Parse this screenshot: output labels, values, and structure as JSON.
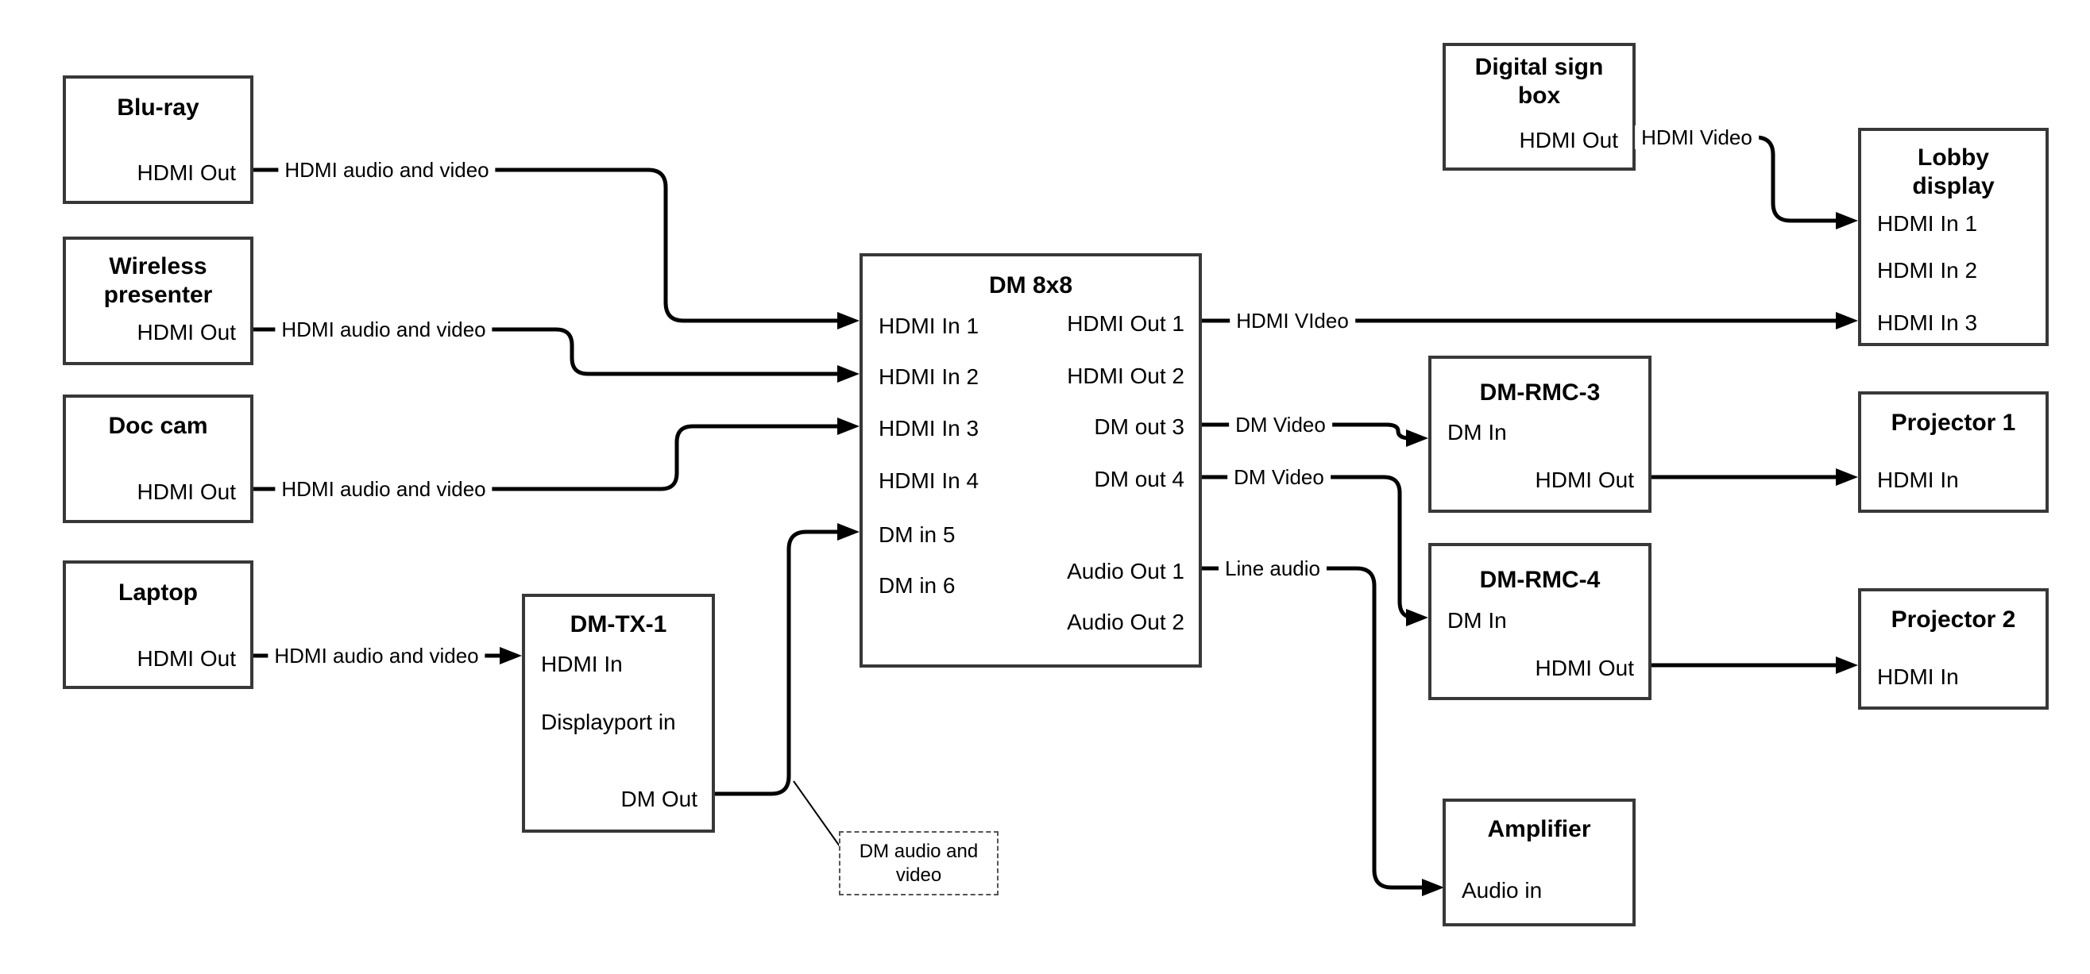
{
  "nodes": {
    "bluray": {
      "title": "Blu-ray",
      "port_out": "HDMI Out"
    },
    "wireless": {
      "title": "Wireless presenter",
      "port_out": "HDMI Out"
    },
    "doccam": {
      "title": "Doc cam",
      "port_out": "HDMI Out"
    },
    "laptop": {
      "title": "Laptop",
      "port_out": "HDMI Out"
    },
    "dmtx1": {
      "title": "DM-TX-1",
      "port_hdmi_in": "HDMI In",
      "port_dp_in": "Displayport in",
      "port_dm_out": "DM Out"
    },
    "dm8x8": {
      "title": "DM 8x8",
      "in1": "HDMI In 1",
      "in2": "HDMI In 2",
      "in3": "HDMI In 3",
      "in4": "HDMI In 4",
      "in5": "DM in 5",
      "in6": "DM in 6",
      "out1": "HDMI Out 1",
      "out2": "HDMI Out 2",
      "out3": "DM out 3",
      "out4": "DM out 4",
      "aout1": "Audio Out 1",
      "aout2": "Audio Out 2"
    },
    "digitalsign": {
      "title": "Digital sign box",
      "port_out": "HDMI Out"
    },
    "lobby": {
      "title": "Lobby display",
      "in1": "HDMI In 1",
      "in2": "HDMI In 2",
      "in3": "HDMI In 3"
    },
    "dmrmc3": {
      "title": "DM-RMC-3",
      "port_in": "DM In",
      "port_out": "HDMI Out"
    },
    "proj1": {
      "title": "Projector 1",
      "port_in": "HDMI In"
    },
    "dmrmc4": {
      "title": "DM-RMC-4",
      "port_in": "DM In",
      "port_out": "HDMI Out"
    },
    "proj2": {
      "title": "Projector 2",
      "port_in": "HDMI In"
    },
    "amp": {
      "title": "Amplifier",
      "port_in": "Audio in"
    }
  },
  "connection_labels": {
    "bluray_dm": "HDMI audio and video",
    "wireless_dm": "HDMI audio and video",
    "doccam_dm": "HDMI audio and video",
    "laptop_tx": "HDMI audio and video",
    "out1_lobby": "HDMI VIdeo",
    "out3_rmc3": "DM Video",
    "out4_rmc4": "DM Video",
    "audio1_amp": "Line audio",
    "sign_lobby": "HDMI Video"
  },
  "note": {
    "text": "DM audio and video"
  },
  "colors": {
    "line": "#000000",
    "box_border": "#383838",
    "background": "#ffffff"
  }
}
